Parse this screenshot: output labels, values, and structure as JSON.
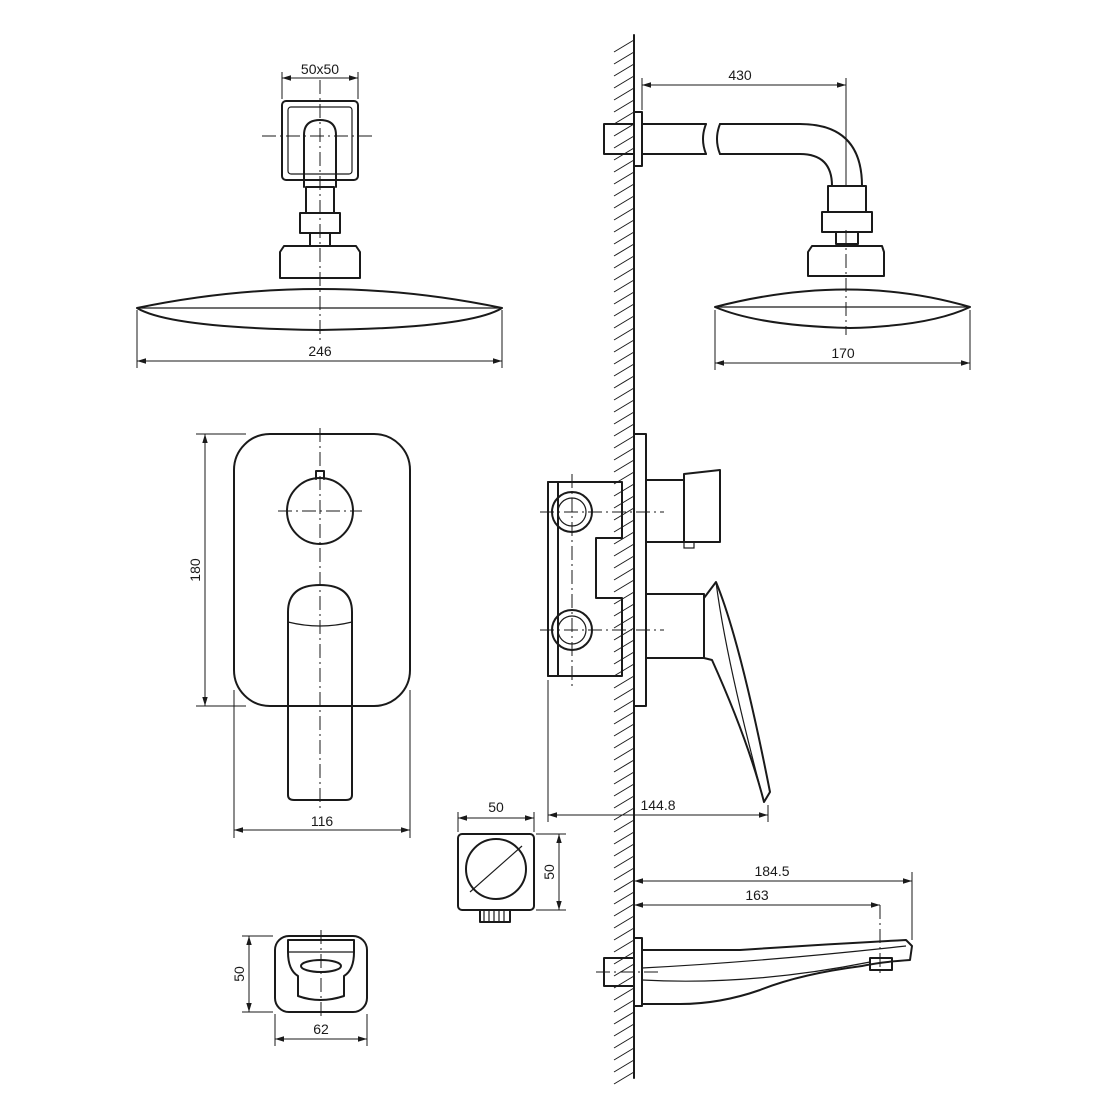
{
  "dimensions": {
    "shower_arm_flange": "50x50",
    "shower_head_diameter": "246",
    "shower_arm_length": "430",
    "shower_head_depth": "170",
    "mixer_plate_height": "180",
    "mixer_plate_width": "116",
    "mixer_projection": "144.8",
    "outlet_width": "50",
    "outlet_height": "50",
    "spout_total_length": "184.5",
    "spout_length": "163",
    "spout_front_height": "50",
    "spout_front_width": "62"
  },
  "colors": {
    "line": "#1a1a1a",
    "background": "#ffffff"
  }
}
